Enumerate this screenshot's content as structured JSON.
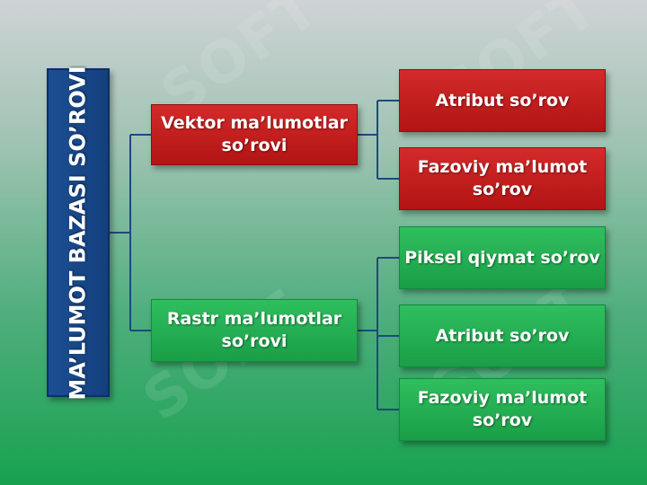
{
  "root": {
    "label": "MA’LUMOT BAZASI SO’ROVI"
  },
  "watermark": "SOFT",
  "colors": {
    "red": "#c41e1e",
    "green": "#22b04f",
    "blue": "#174788",
    "line": "#1e4a7a"
  },
  "branches": [
    {
      "label": "Vektor ma’lumotlar so’rovi",
      "color": "red",
      "children": [
        "Atribut so’rov",
        "Fazoviy ma’lumot so’rov"
      ]
    },
    {
      "label": "Rastr ma’lumotlar so’rovi",
      "color": "green",
      "children": [
        "Piksel qiymat so’rov",
        "Atribut so’rov",
        "Fazoviy ma’lumot so’rov"
      ]
    }
  ]
}
